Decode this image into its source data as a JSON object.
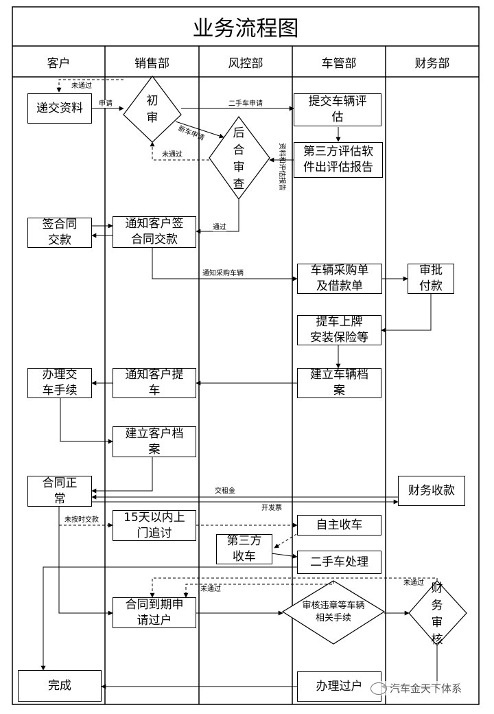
{
  "title": "业务流程图",
  "lanes": [
    "客户",
    "销售部",
    "风控部",
    "车管部",
    "财务部"
  ],
  "nodes": {
    "submit": "递交资料",
    "first_review": "初\n审",
    "back_review": "后\n合\n审\n查",
    "submit_eval": "提交车辆评\n估",
    "third_eval": "第三方评估软\n件出评估报告",
    "sign": "签合同\n交款",
    "notify_sign": "通知客户签\n合同交款",
    "purchase": "车辆采购单\n及借款单",
    "approve_pay": "审批\n付款",
    "pickup_plate": "提车上牌\n安装保险等",
    "delivery": "办理交\n车手续",
    "notify_pickup": "通知客户提\n车",
    "vehicle_file": "建立车辆档\n案",
    "customer_file": "建立客户档\n案",
    "normal": "合同正\n常",
    "fin_collect": "财务收款",
    "chase": "15天以内上\n门追讨",
    "self_collect": "自主收车",
    "third_collect": "第三方\n收车",
    "used_car": "二手车处理",
    "expire_transfer": "合同到期申\n请过户",
    "audit_violation": "审核违章等车辆\n相关手续",
    "fin_audit": "财\n务\n审\n核",
    "done": "完成",
    "handle_transfer": "办理过户"
  },
  "edge_labels": {
    "apply": "申请",
    "used_car_apply": "二手车申请",
    "new_car_apply": "新车申请",
    "not_passed_1": "未通过",
    "not_passed_2": "未通过",
    "materials_report": "资料和评估报告",
    "passed": "通过",
    "notify_purchase": "通知采购车辆",
    "pay_rent": "交租金",
    "invoice": "开发票",
    "overdue": "未按时交款",
    "not_passed_3": "未通过",
    "not_passed_4": "未通过"
  },
  "watermark": "汽车金天下体系"
}
